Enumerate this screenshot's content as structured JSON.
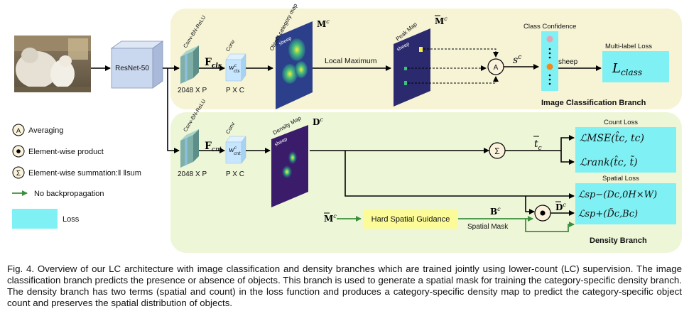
{
  "backbone": {
    "label": "ResNet-50"
  },
  "cls_branch": {
    "title": "Image Classification Branch",
    "conv1_label": "Conv-BN-ReLU",
    "feature_symbol": "F",
    "feature_sub": "cls",
    "dims1": "2048 X P",
    "conv2_label": "Conv",
    "conv2_symbol": "w",
    "conv2_sup": "c",
    "conv2_sub": "cls",
    "dims2": "P X C",
    "map_label": "Object category map",
    "map_symbol": "M",
    "map_sup": "c",
    "map_tag": "sheep",
    "local_max_label": "Local Maximum",
    "peak_label": "Peak Map",
    "peak_symbol": "M",
    "peak_sup": "c",
    "peak_tag": "sheep",
    "avg_symbol": "A",
    "score_symbol": "s",
    "score_sup": "c",
    "confidence_label": "Class Confidence",
    "confidence_tag": "sheep",
    "loss_title": "Multi-label Loss",
    "loss_symbol": "L",
    "loss_sub": "class"
  },
  "den_branch": {
    "title": "Density Branch",
    "conv1_label": "Conv-BN-ReLU",
    "feature_symbol": "F",
    "feature_sub": "cnt",
    "dims1": "2048 X P",
    "conv2_label": "Conv",
    "conv2_symbol": "w",
    "conv2_sup": "c",
    "conv2_sub": "cnt",
    "dims2": "P X C",
    "map_label": "Density Map",
    "map_symbol": "D",
    "map_sup": "c",
    "map_tag": "sheep",
    "sum_symbol": "Σ",
    "count_symbol": "t",
    "count_sub": "c",
    "count_loss_title": "Count Loss",
    "loss_mse": "ℒMSE(t̂c, tc)",
    "loss_rank": "ℒrank(t̂c, t̃)",
    "spatial_loss_title": "Spatial Loss",
    "loss_sp_minus": "ℒsp−(Dc,0H×W)",
    "loss_sp_plus": "ℒsp+(D̃c,Bc)",
    "guidance_input": "M",
    "guidance_input_sup": "c",
    "guidance_label": "Hard Spatial Guidance",
    "mask_symbol": "B",
    "mask_sup": "c",
    "mask_label": "Spatial Mask",
    "product_out_symbol": "D",
    "product_out_sup": "c"
  },
  "legend": {
    "items": [
      {
        "glyph": "A",
        "label": "Averaging"
      },
      {
        "glyph": "•",
        "label": "Element-wise product"
      },
      {
        "glyph": "Σ",
        "label": "Element-wise summation:‖ ‖sum"
      },
      {
        "glyph": "→",
        "label": "No backpropagation"
      },
      {
        "glyph": "",
        "label": "Loss"
      }
    ]
  },
  "colors": {
    "top_panel": "#f6f4d5",
    "bottom_panel": "#eef6d8",
    "loss_fill": "#7ff1f4",
    "guidance_fill": "#fbfb9a",
    "no_backprop": "#3c8f3c",
    "backbone": "#c9d7ef",
    "conv1": "#7fb0a8",
    "conv2": "#c6e6ff"
  },
  "caption": "Fig. 4. Overview of our LC architecture with image classification and density branches which are trained jointly using lower-count (LC) supervision. The image classification branch predicts the presence or absence of objects. This branch is used to generate a spatial mask for training the category-specific density branch. The density branch has two terms (spatial and count) in the loss function and produces a category-specific density map to predict the category-specific object count and preserves the spatial distribution of objects."
}
